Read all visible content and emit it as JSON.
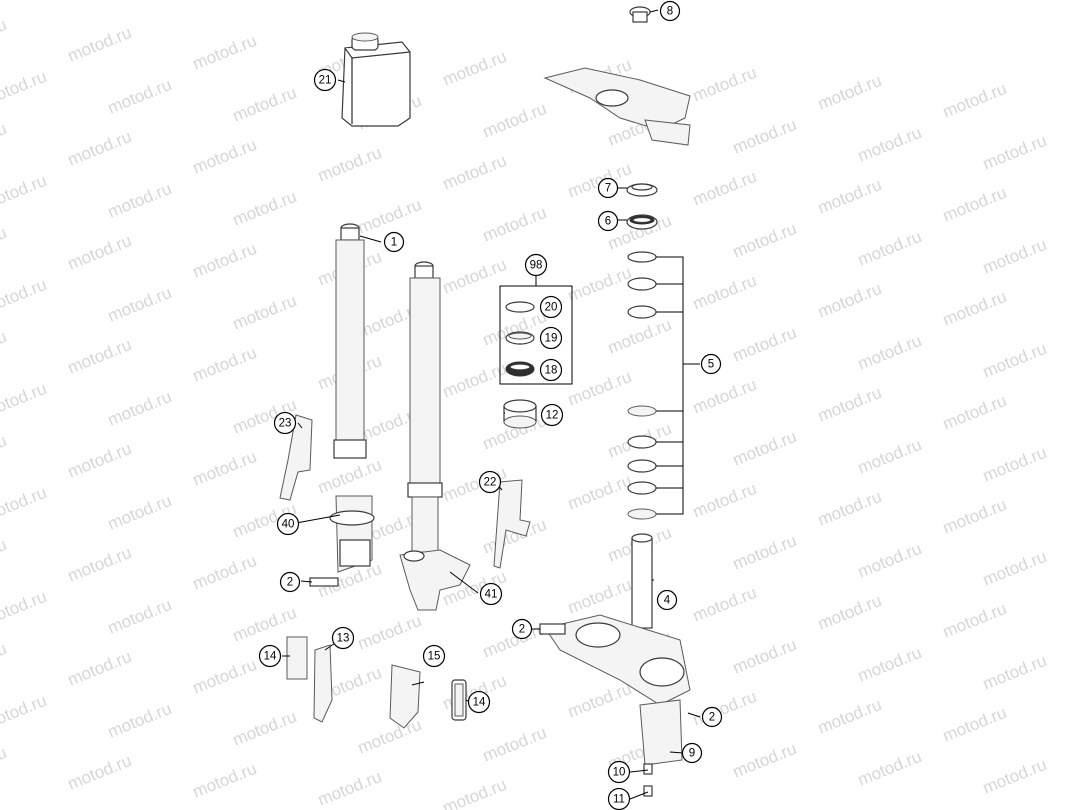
{
  "watermark": {
    "text": "motod.ru"
  },
  "callouts": [
    {
      "id": "c1",
      "label": "1"
    },
    {
      "id": "c2a",
      "label": "2"
    },
    {
      "id": "c2b",
      "label": "2"
    },
    {
      "id": "c2c",
      "label": "2"
    },
    {
      "id": "c4",
      "label": "4"
    },
    {
      "id": "c5",
      "label": "5"
    },
    {
      "id": "c6",
      "label": "6"
    },
    {
      "id": "c7",
      "label": "7"
    },
    {
      "id": "c8",
      "label": "8"
    },
    {
      "id": "c9",
      "label": "9"
    },
    {
      "id": "c10",
      "label": "10"
    },
    {
      "id": "c11",
      "label": "11"
    },
    {
      "id": "c12",
      "label": "12"
    },
    {
      "id": "c13",
      "label": "13"
    },
    {
      "id": "c14a",
      "label": "14"
    },
    {
      "id": "c14b",
      "label": "14"
    },
    {
      "id": "c15",
      "label": "15"
    },
    {
      "id": "c18",
      "label": "18"
    },
    {
      "id": "c19",
      "label": "19"
    },
    {
      "id": "c20",
      "label": "20"
    },
    {
      "id": "c21",
      "label": "21"
    },
    {
      "id": "c22",
      "label": "22"
    },
    {
      "id": "c23",
      "label": "23"
    },
    {
      "id": "c40",
      "label": "40"
    },
    {
      "id": "c41",
      "label": "41"
    },
    {
      "id": "c98",
      "label": "98"
    }
  ]
}
